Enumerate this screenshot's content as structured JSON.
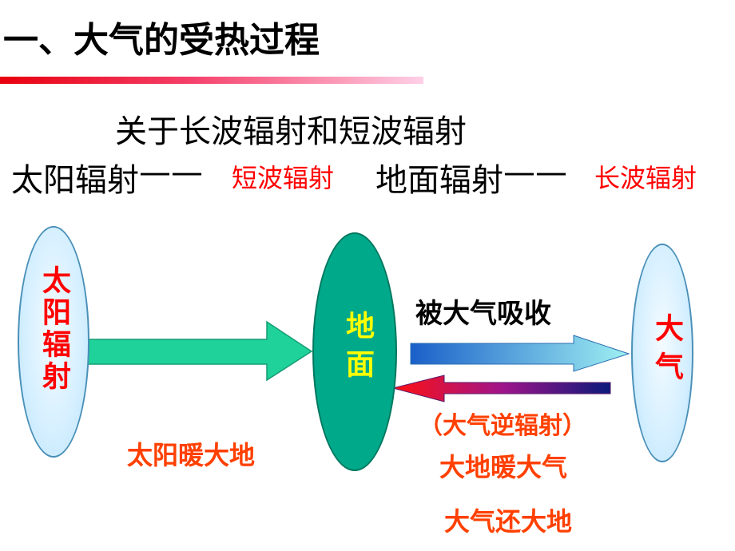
{
  "title": "一、大气的受热过程",
  "subtitle": "关于长波辐射和短波辐射",
  "line2": {
    "solar_label": "太阳辐射",
    "dash": "——",
    "solar_value": "短波辐射",
    "ground_label": "地面辐射",
    "ground_value": "长波辐射"
  },
  "nodes": {
    "sun": "太阳辐射",
    "ground": "地面",
    "atmosphere": "大气"
  },
  "edges": {
    "absorbed": "被大气吸收",
    "counter_radiation": "（大气逆辐射）",
    "sun_warms_ground": "太阳暖大地",
    "ground_warms_air": "大地暖大气",
    "air_returns_ground": "大气还大地"
  },
  "colors": {
    "red_text": "#ff0000",
    "orange_text": "#ff4000",
    "ground_fill": "#00a98a",
    "ground_text": "#ffff00",
    "green_arrow": "#1fd29a"
  }
}
